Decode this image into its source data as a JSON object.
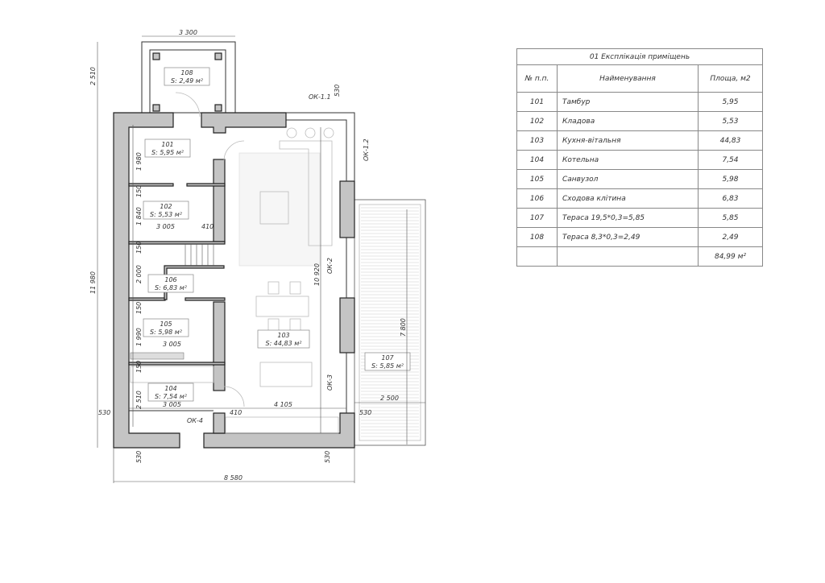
{
  "plan": {
    "rooms": [
      {
        "number": "108",
        "area": "S: 2,49 м²"
      },
      {
        "number": "101",
        "area": "S: 5,95 м²"
      },
      {
        "number": "102",
        "area": "S: 5,53 м²"
      },
      {
        "number": "106",
        "area": "S: 6,83 м²"
      },
      {
        "number": "105",
        "area": "S: 5,98 м²"
      },
      {
        "number": "103",
        "area": "S: 44,83 м²"
      },
      {
        "number": "104",
        "area": "S: 7,54 м²"
      },
      {
        "number": "107",
        "area": "S: 5,85 м²"
      }
    ],
    "dimensions": {
      "porch_width": "3 300",
      "porch_depth": "2 510",
      "total_depth": "11 980",
      "total_width": "8 580",
      "d101": "1 980",
      "d150a": "150",
      "d102": "1 840",
      "w102": "3 005",
      "w410a": "410",
      "d150b": "150",
      "d106": "2 000",
      "d150c": "150",
      "d105": "1 990",
      "w105": "3 005",
      "d150d": "150",
      "d104": "2 510",
      "w104": "3 005",
      "w530left": "530",
      "w410b": "410",
      "w103": "4 105",
      "w530right": "530",
      "b530left": "530",
      "b530right": "530",
      "d103": "10 920",
      "d107": "7 800",
      "w107": "2 500",
      "top530": "530"
    },
    "windows": {
      "ok11": "ОК-1.1",
      "ok12": "ОК-1.2",
      "ok2": "ОК-2",
      "ok3": "ОК-3",
      "ok4": "ОК-4"
    }
  },
  "table": {
    "title": "01 Експлікація приміщень",
    "headers": [
      "№ п.п.",
      "Найменування",
      "Площа, м2"
    ],
    "rows": [
      [
        "101",
        "Тамбур",
        "5,95"
      ],
      [
        "102",
        "Кладова",
        "5,53"
      ],
      [
        "103",
        "Кухня-вітальня",
        "44,83"
      ],
      [
        "104",
        "Котельна",
        "7,54"
      ],
      [
        "105",
        "Санвузол",
        "5,98"
      ],
      [
        "106",
        "Сходова клітина",
        "6,83"
      ],
      [
        "107",
        "Тераса  19,5*0,3=5,85",
        "5,85"
      ],
      [
        "108",
        "Тераса  8,3*0,3=2,49",
        "2,49"
      ]
    ],
    "total": "84,99 м²"
  }
}
